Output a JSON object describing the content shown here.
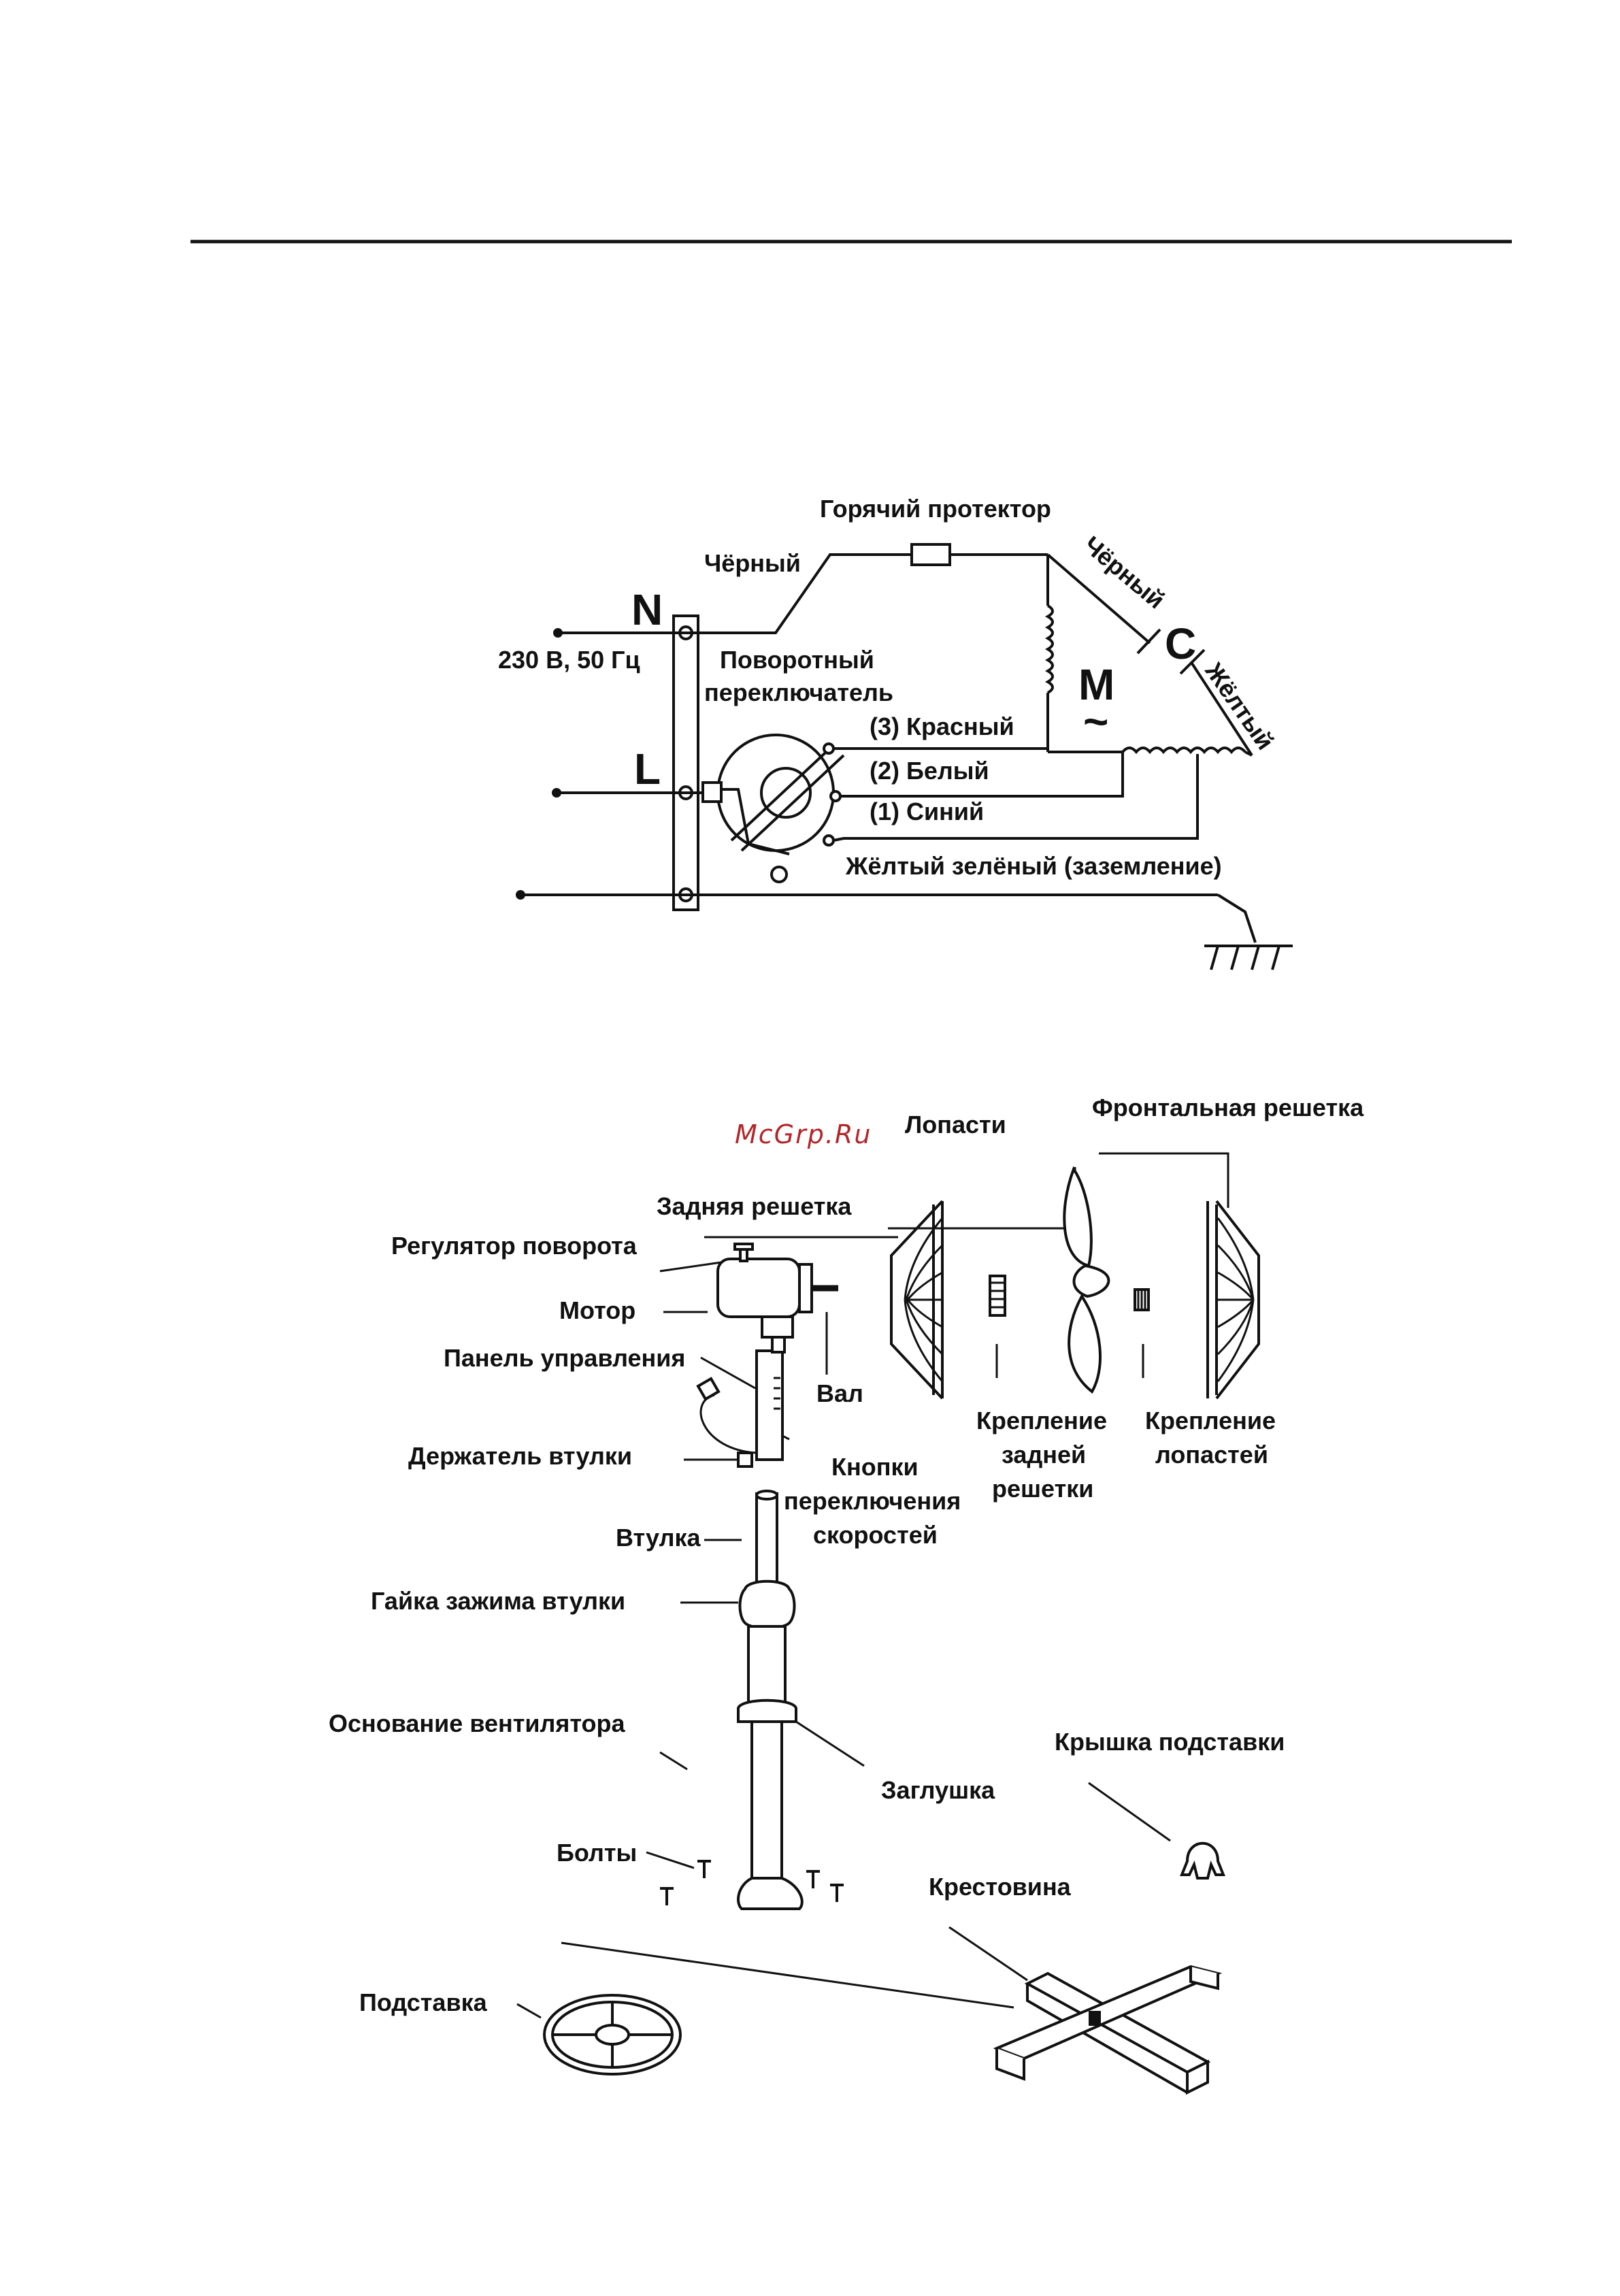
{
  "wiring": {
    "hot_protector": "Горячий протектор",
    "black_left": "Чёрный",
    "black_right": "Чёрный",
    "yellow_right": "Жёлтый",
    "terminal_n": "N",
    "terminal_l": "L",
    "supply": "230 В, 50 Гц",
    "switch_line1": "Поворотный",
    "switch_line2": "переключатель",
    "wire_red": "(3) Красный",
    "wire_white": "(2) Белый",
    "wire_blue": "(1) Синий",
    "ground": "Жёлтый  зелёный (заземление)",
    "motor": "M",
    "motor_sub": "~",
    "capacitor": "C"
  },
  "parts": {
    "watermark": "McGrp.Ru",
    "blades": "Лопасти",
    "front_grill": "Фронтальная решетка",
    "rear_grill": "Задняя решетка",
    "rotation_knob": "Регулятор поворота",
    "motor": "Мотор",
    "control_panel": "Панель управления",
    "shaft": "Вал",
    "rear_grill_mount_1": "Крепление",
    "rear_grill_mount_2": "задней",
    "rear_grill_mount_3": "решетки",
    "blade_mount_1": "Крепление",
    "blade_mount_2": "лопастей",
    "sleeve_holder": "Держатель втулки",
    "speed_buttons_1": "Кнопки",
    "speed_buttons_2": "переключения",
    "speed_buttons_3": "скоростей",
    "sleeve": "Втулка",
    "sleeve_nut": "Гайка зажима втулки",
    "fan_base": "Основание вентилятора",
    "stand_cover": "Крышка подставки",
    "plug_cap": "Заглушка",
    "bolts": "Болты",
    "crosspiece": "Крестовина",
    "stand": "Подставка"
  }
}
